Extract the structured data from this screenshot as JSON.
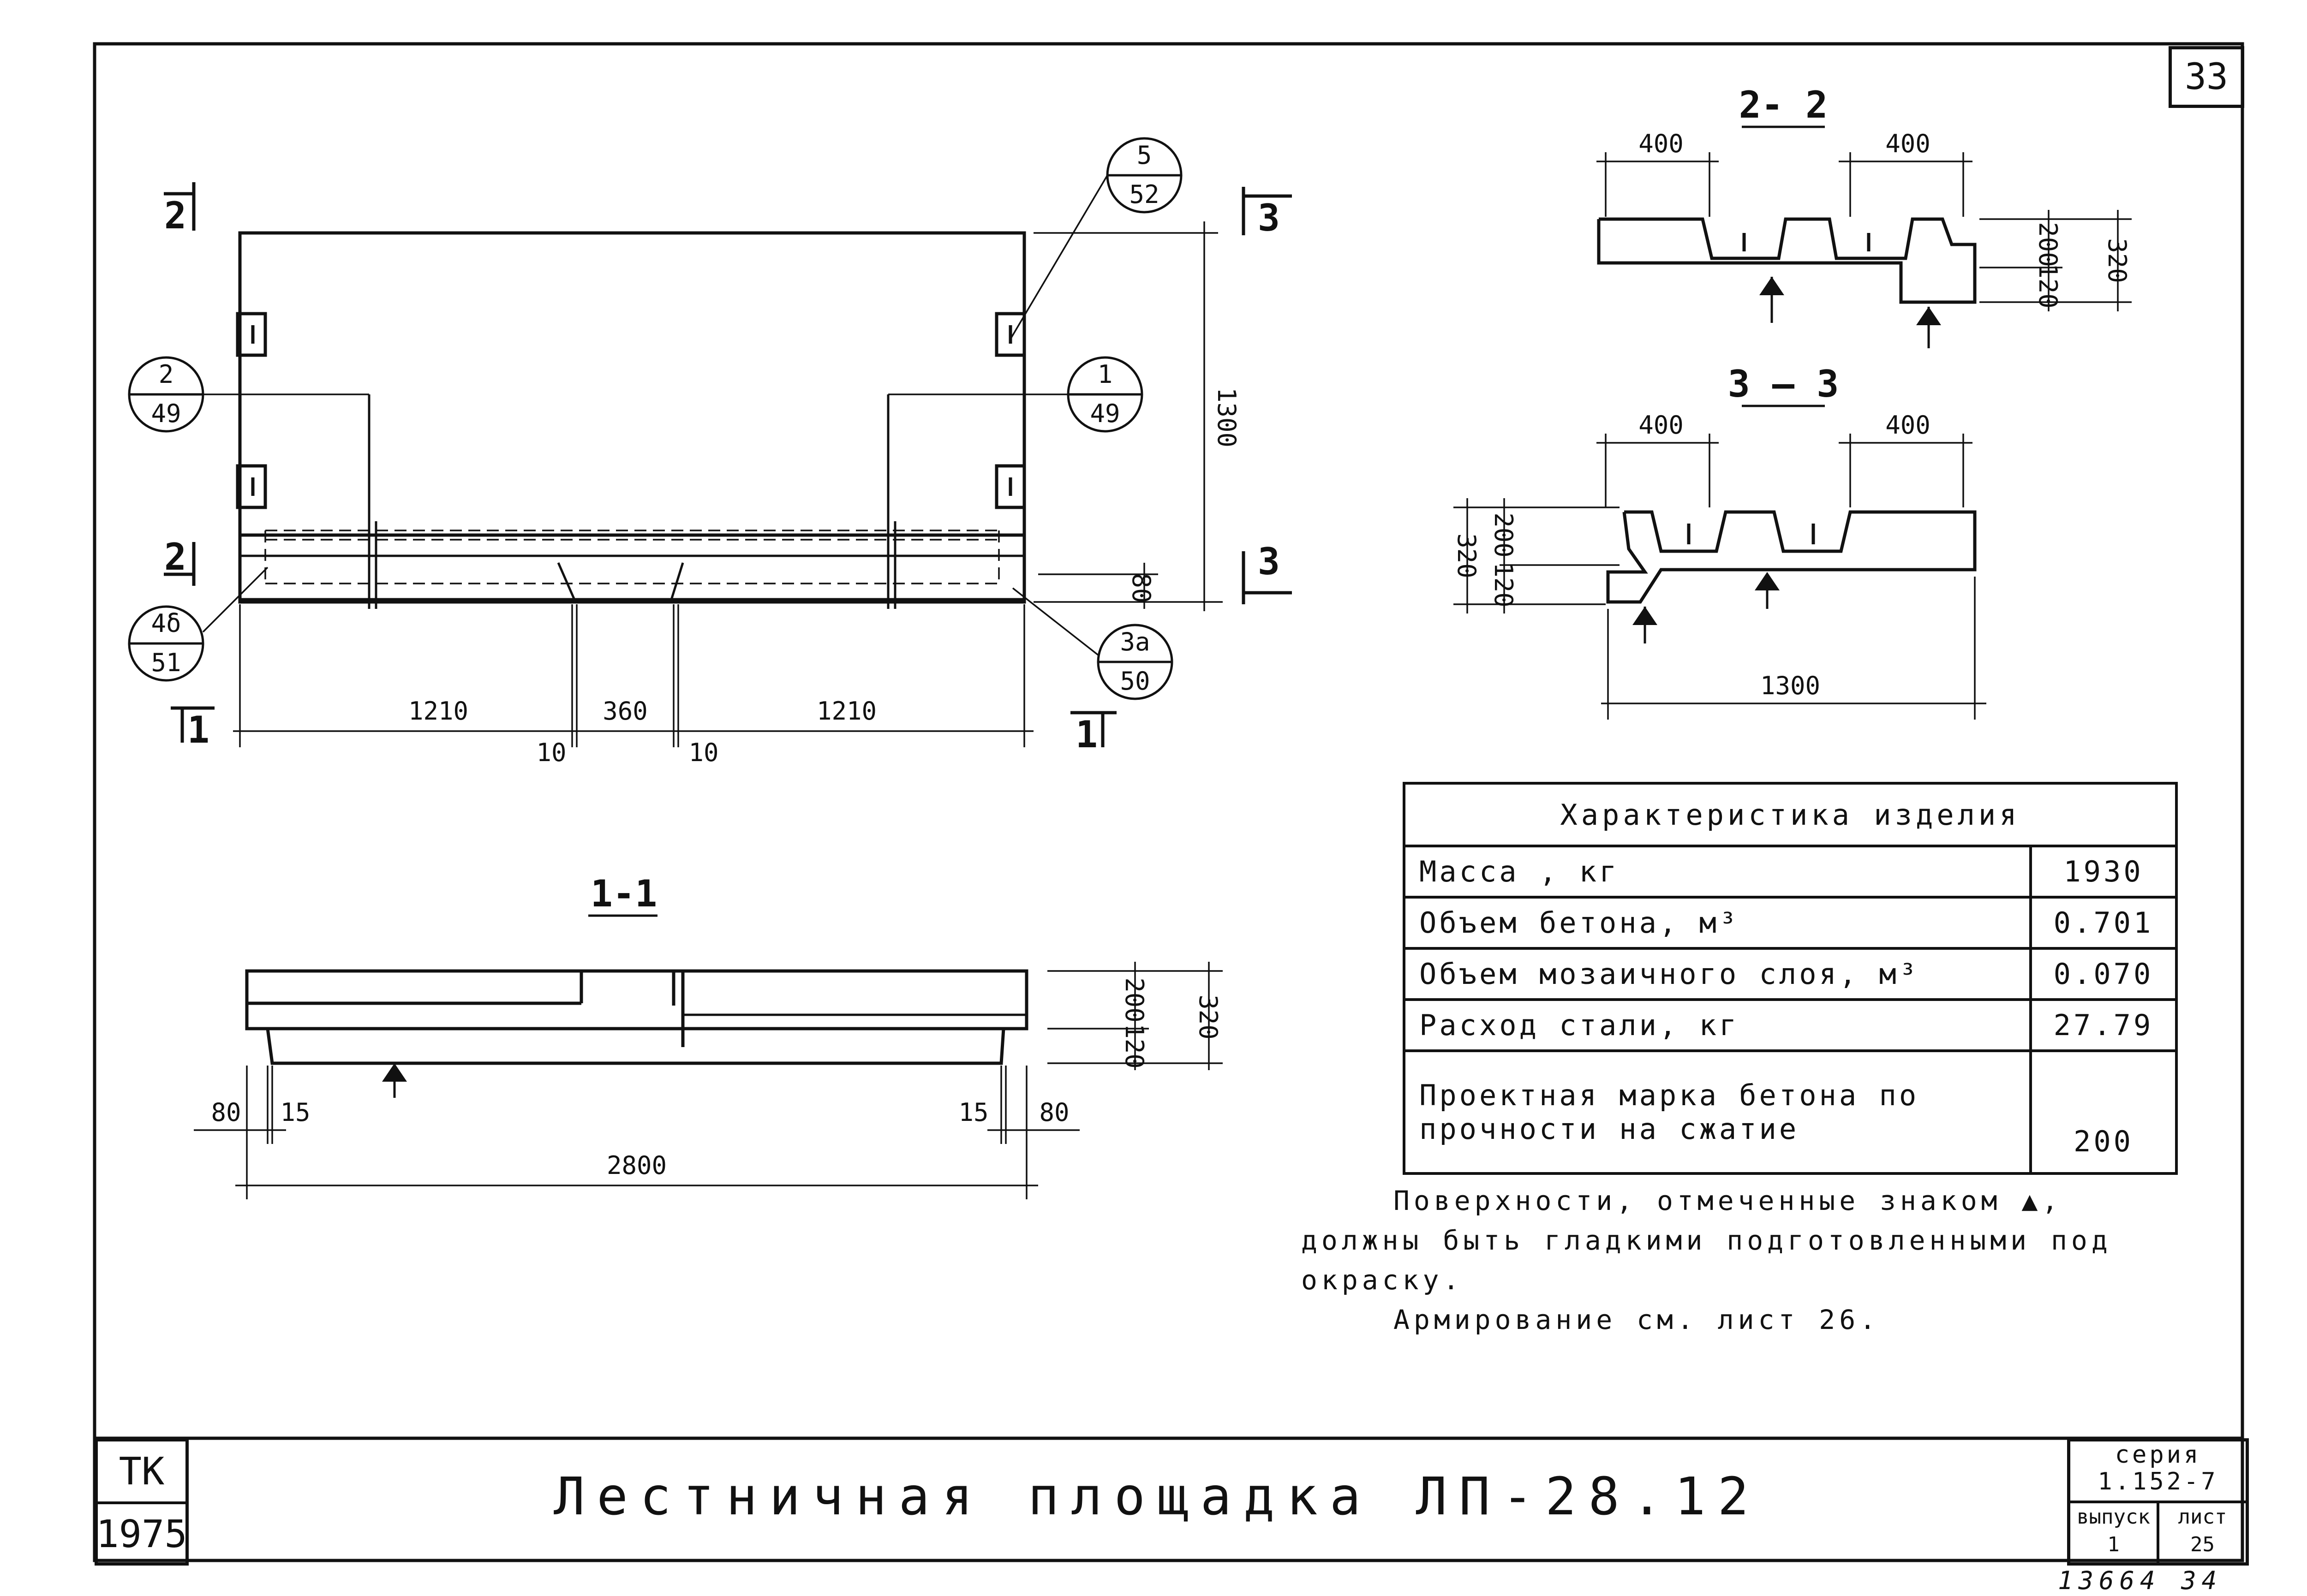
{
  "sheet_number": "33",
  "plan": {
    "section_marks": [
      "2",
      "2",
      "3",
      "3",
      "1",
      "1"
    ],
    "callouts": [
      {
        "top": "5",
        "bottom": "52"
      },
      {
        "top": "2",
        "bottom": "49"
      },
      {
        "top": "1",
        "bottom": "49"
      },
      {
        "top": "4δ",
        "bottom": "51"
      },
      {
        "top": "3a",
        "bottom": "50"
      }
    ],
    "dimensions": {
      "height": "1300",
      "edge": "80",
      "left": "1210",
      "middle": "360",
      "right": "1210",
      "gap_left": "10",
      "gap_right": "10"
    }
  },
  "section_1_1": {
    "title": "1-1",
    "dims": {
      "h200": "200",
      "h120": "120",
      "h320": "320",
      "l80": "80",
      "l15": "15",
      "r15": "15",
      "r80": "80",
      "length": "2800"
    }
  },
  "section_2_2": {
    "title": "2- 2",
    "dims": {
      "w1": "400",
      "w2": "400",
      "h200": "200",
      "h120": "120",
      "h320": "320"
    }
  },
  "section_3_3": {
    "title": "3 – 3",
    "dims": {
      "w1": "400",
      "w2": "400",
      "h200": "200",
      "h120": "120",
      "h320": "320",
      "length": "1300"
    }
  },
  "characteristics": {
    "header": "Характеристика изделия",
    "rows": [
      {
        "label": "Масса , кг",
        "value": "1930"
      },
      {
        "label": "Объем бетона, м³",
        "value": "0.701"
      },
      {
        "label": "Объем мозаичного слоя, м³",
        "value": "0.070"
      },
      {
        "label": "Расход стали, кг",
        "value": "27.79"
      },
      {
        "label": "Проектная марка бетона по прочности на сжатие",
        "value": "200"
      }
    ]
  },
  "notes": {
    "line1": "Поверхности, отмеченные знаком ▲,",
    "line2": "должны быть гладкими подготовленными под окраску.",
    "line3": "Армирование см. лист 26."
  },
  "title_block": {
    "tk": "ТК",
    "year": "1975",
    "title": "Лестничная площадка ЛП-28.12",
    "series_label": "серия",
    "series_value": "1.152-7",
    "issue_label": "выпуск",
    "issue_value": "1",
    "sheet_label": "лист",
    "sheet_value": "25",
    "stamp": "13664 34"
  }
}
